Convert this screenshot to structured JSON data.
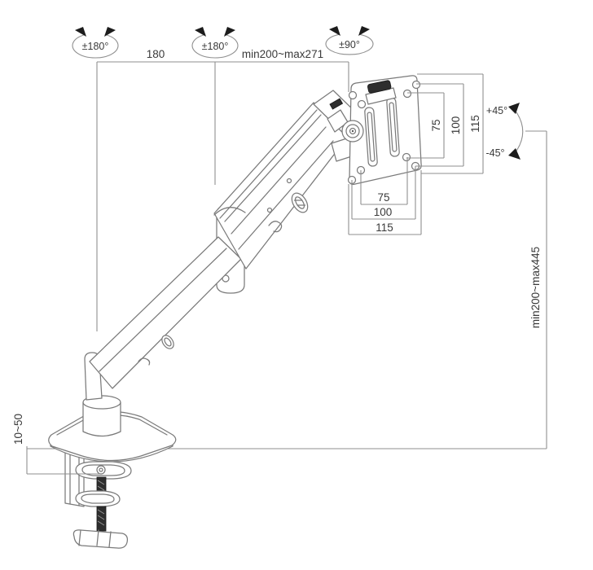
{
  "drawing": {
    "type": "technical-dimension-drawing",
    "subject": "gas-spring monitor desk mount arm",
    "colors": {
      "line": "#7a7a7a",
      "dim": "#8f8f8f",
      "text": "#3a3a3a",
      "arrow": "#1c1c1c",
      "dark": "#2e2e2e",
      "bg": "#ffffff"
    },
    "rotations": {
      "base_swivel": "±180°",
      "elbow_swivel": "±180°",
      "head_swivel": "±90°"
    },
    "tilt": {
      "up": "+45°",
      "down": "-45°"
    },
    "dimensions": {
      "arm_front_length": "180",
      "reach_range": "min200~max271",
      "height_range": "min200~max445",
      "desk_thickness_range": "10~50",
      "vesa_vertical": [
        "75",
        "100",
        "115"
      ],
      "vesa_horizontal": [
        "75",
        "100",
        "115"
      ]
    }
  }
}
